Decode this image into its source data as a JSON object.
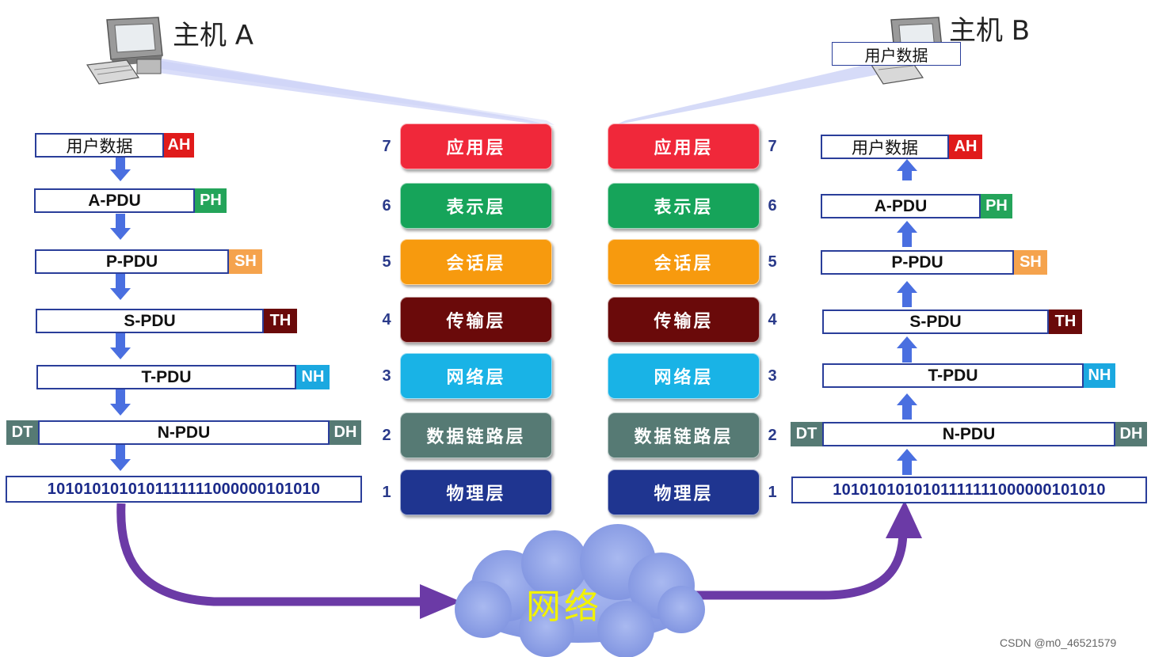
{
  "host_a": {
    "title": "主机 A"
  },
  "host_b": {
    "title": "主机 B",
    "data_label": "用户数据"
  },
  "layers": [
    {
      "num": "7",
      "name": "应用层",
      "color": "#f0283a"
    },
    {
      "num": "6",
      "name": "表示层",
      "color": "#16a45a"
    },
    {
      "num": "5",
      "name": "会话层",
      "color": "#f79a0e"
    },
    {
      "num": "4",
      "name": "传输层",
      "color": "#6a0a0a"
    },
    {
      "num": "3",
      "name": "网络层",
      "color": "#19b3e6"
    },
    {
      "num": "2",
      "name": "数据链路层",
      "color": "#567a74"
    },
    {
      "num": "1",
      "name": "物理层",
      "color": "#1f3590"
    }
  ],
  "stack": {
    "user_data": "用户数据",
    "pdus": [
      "A-PDU",
      "P-PDU",
      "S-PDU",
      "T-PDU",
      "N-PDU"
    ],
    "headers": [
      {
        "label": "AH",
        "color": "#e01b1b"
      },
      {
        "label": "PH",
        "color": "#24a45a"
      },
      {
        "label": "SH",
        "color": "#f5a34d"
      },
      {
        "label": "TH",
        "color": "#6a0a0a"
      },
      {
        "label": "NH",
        "color": "#1ba8e0"
      }
    ],
    "dt": "DT",
    "dh": "DH",
    "link_color": "#567a74",
    "bits": "1010101010101111111000000101010"
  },
  "network": {
    "label": "网络"
  },
  "watermark": "CSDN @m0_46521579"
}
